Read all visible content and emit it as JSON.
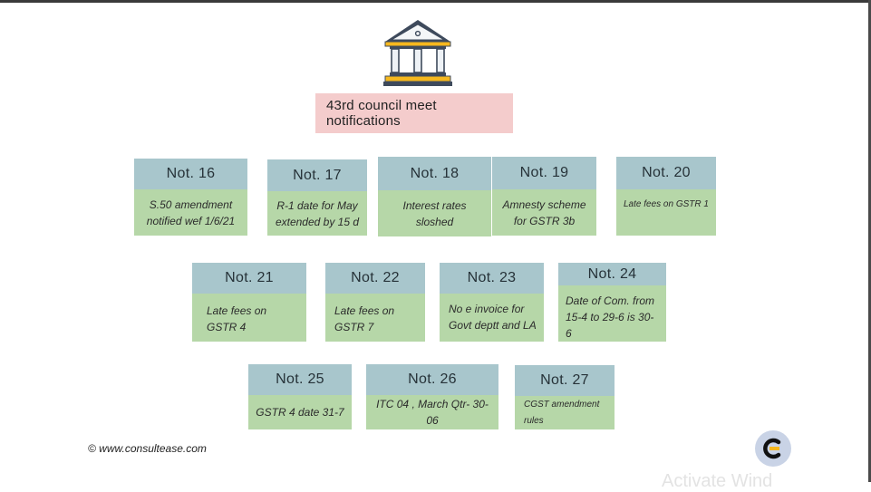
{
  "title": "43rd council meet notifications",
  "notifications": [
    {
      "name": "Not. 16",
      "text": "S.50 amendment notified wef 1/6/21"
    },
    {
      "name": "Not. 17",
      "text": "R-1 date for May extended by 15 d"
    },
    {
      "name": "Not. 18",
      "text": "Interest rates sloshed"
    },
    {
      "name": "Not. 19",
      "text": "Amnesty scheme for GSTR 3b"
    },
    {
      "name": "Not. 20",
      "text": "Late fees on GSTR 1"
    },
    {
      "name": "Not. 21",
      "text": "Late fees on GSTR 4"
    },
    {
      "name": "Not. 22",
      "text": "Late fees on GSTR 7"
    },
    {
      "name": "Not. 23",
      "text": "No e invoice for Govt deptt  and LA"
    },
    {
      "name": "Not. 24",
      "text": "Date of Com. from 15-4 to 29-6 is 30-6"
    },
    {
      "name": "Not. 25",
      "text": "GSTR 4 date 31-7"
    },
    {
      "name": "Not. 26",
      "text": "ITC 04 , March Qtr- 30-06"
    },
    {
      "name": "Not. 27",
      "text": "CGST amendment rules"
    }
  ],
  "footer": "© www.consultease.com",
  "watermark": "Activate Wind",
  "colors": {
    "header": "#a8c6cc",
    "body": "#b6d7a8",
    "title_bg": "#f4cccc"
  },
  "icons": {
    "top": "bank-building-icon",
    "logo": "consultease-logo-icon"
  }
}
